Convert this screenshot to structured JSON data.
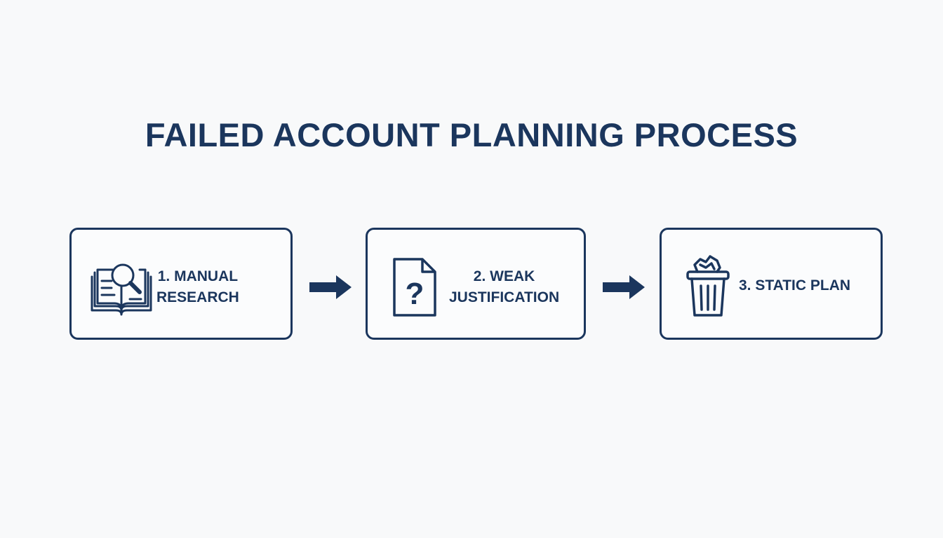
{
  "title": "FAILED ACCOUNT PLANNING PROCESS",
  "colors": {
    "primary": "#1b365d",
    "background": "#f8f9fa"
  },
  "steps": [
    {
      "number": "1.",
      "lines": [
        "1. MANUAL",
        "RESEARCH"
      ],
      "icon": "book-magnifier-icon"
    },
    {
      "number": "2.",
      "lines": [
        "2. WEAK",
        "JUSTIFICATION"
      ],
      "icon": "question-document-icon"
    },
    {
      "number": "3.",
      "lines": [
        "3. STATIC PLAN"
      ],
      "icon": "trash-can-icon"
    }
  ],
  "connectors": [
    "arrow-right-icon",
    "arrow-right-icon"
  ]
}
